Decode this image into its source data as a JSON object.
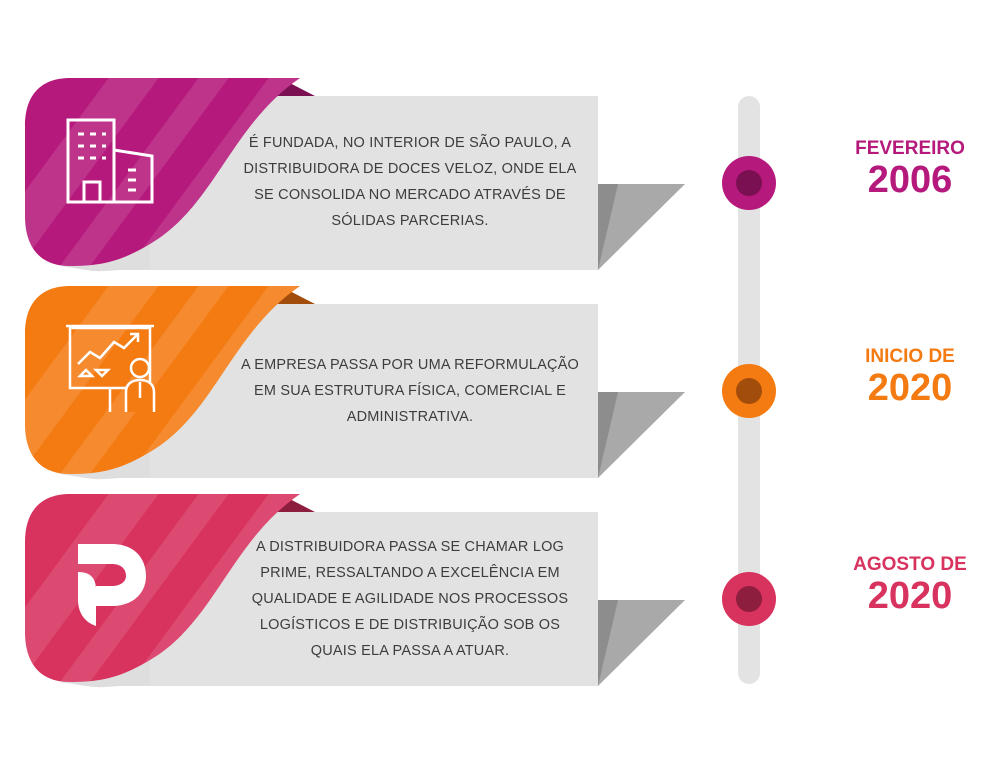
{
  "colors": {
    "purple": "#b5197c",
    "orange": "#f47a12",
    "pink": "#d8325e",
    "card": "#e2e2e2",
    "fold": "#a9a9a9",
    "timeline": "#e3e3e3"
  },
  "events": [
    {
      "icon": "office-building-icon",
      "description": "É FUNDADA, NO INTERIOR DE SÃO PAULO, A DISTRIBUIDORA DE DOCES VELOZ, ONDE ELA SE CONSOLIDA NO MERCADO ATRAVÉS DE SÓLIDAS PARCERIAS.",
      "date_month": "FEVEREIRO",
      "date_year": "2006"
    },
    {
      "icon": "presentation-board-icon",
      "description": "A EMPRESA PASSA POR UMA REFORMULAÇÃO EM SUA ESTRUTURA FÍSICA, COMERCIAL E ADMINISTRATIVA.",
      "date_month": "INICIO DE",
      "date_year": "2020"
    },
    {
      "icon": "log-prime-p-logo-icon",
      "description": "A DISTRIBUIDORA PASSA SE CHAMAR LOG PRIME, RESSALTANDO A EXCELÊNCIA EM QUALIDADE E AGILIDADE NOS PROCESSOS LOGÍSTICOS E DE DISTRIBUIÇÃO SOB OS QUAIS ELA PASSA A ATUAR.",
      "date_month": "AGOSTO DE",
      "date_year": "2020"
    }
  ]
}
